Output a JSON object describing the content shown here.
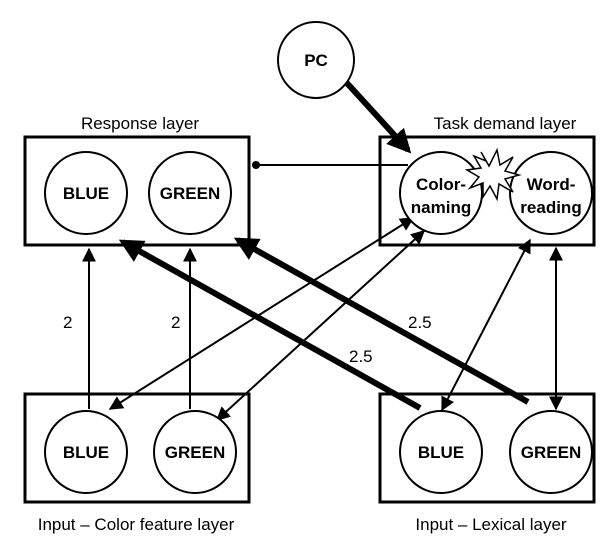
{
  "layers": {
    "response": {
      "label": "Response layer",
      "nodes": [
        "BLUE",
        "GREEN"
      ]
    },
    "task": {
      "label": "Task demand layer",
      "nodes": [
        [
          "Color-",
          "naming"
        ],
        [
          "Word-",
          "reading"
        ]
      ]
    },
    "color_input": {
      "label": "Input – Color feature layer",
      "nodes": [
        "BLUE",
        "GREEN"
      ]
    },
    "lexical_input": {
      "label": "Input – Lexical layer",
      "nodes": [
        "BLUE",
        "GREEN"
      ]
    }
  },
  "pc": {
    "label": "PC"
  },
  "weights": {
    "color_blue": "2",
    "color_green": "2",
    "lexical_green": "2.5",
    "lexical_blue": "2.5"
  }
}
